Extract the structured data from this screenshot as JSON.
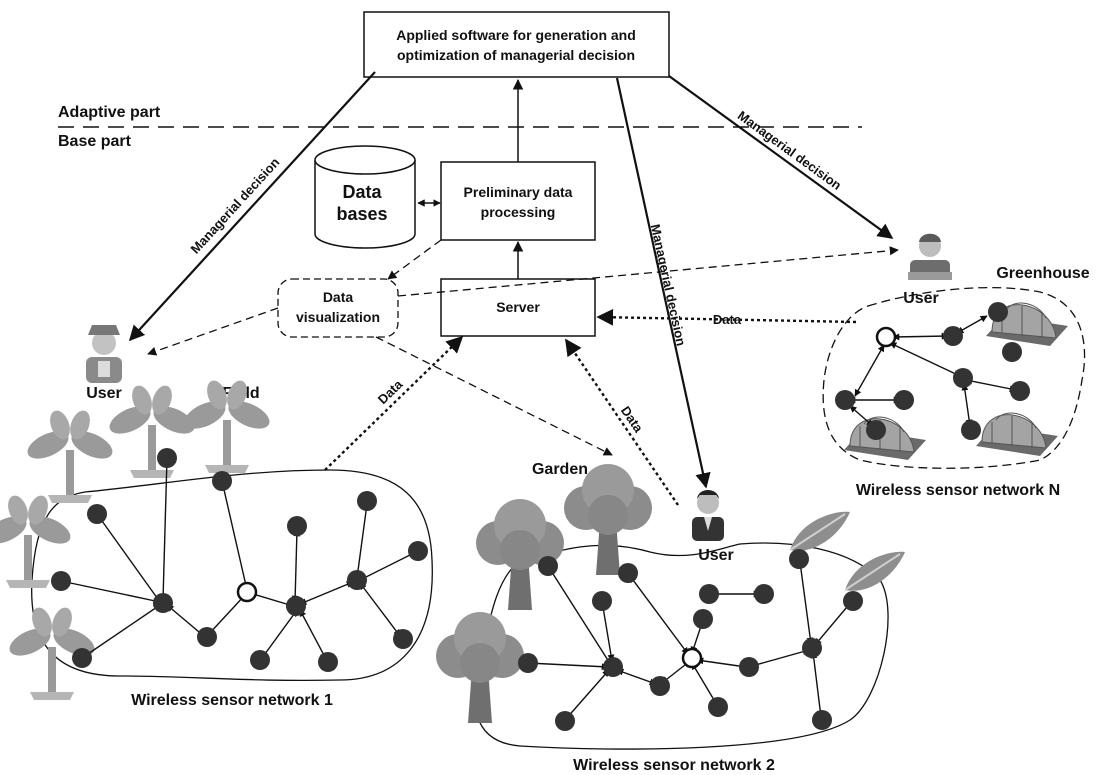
{
  "software": {
    "line1": "Applied software for generation and",
    "line2": "optimization of managerial decision"
  },
  "parts": {
    "adaptive": "Adaptive part",
    "base": "Base part"
  },
  "databases": {
    "line1": "Data",
    "line2": "bases"
  },
  "preprocessing": {
    "line1": "Preliminary data",
    "line2": "processing"
  },
  "visualization": {
    "line1": "Data",
    "line2": "visualization"
  },
  "server": "Server",
  "managerial_decision": "Managerial decision",
  "data_label": "Data",
  "user_label": "User",
  "locations": {
    "field": "Field",
    "garden": "Garden",
    "greenhouse": "Greenhouse"
  },
  "networks": {
    "n1": "Wireless sensor network 1",
    "n2": "Wireless sensor network 2",
    "nN": "Wireless sensor network N"
  },
  "colors": {
    "node": "#333333",
    "foliage": "#9a9a9a",
    "trunk": "#6f6f6f",
    "line": "#111111"
  }
}
